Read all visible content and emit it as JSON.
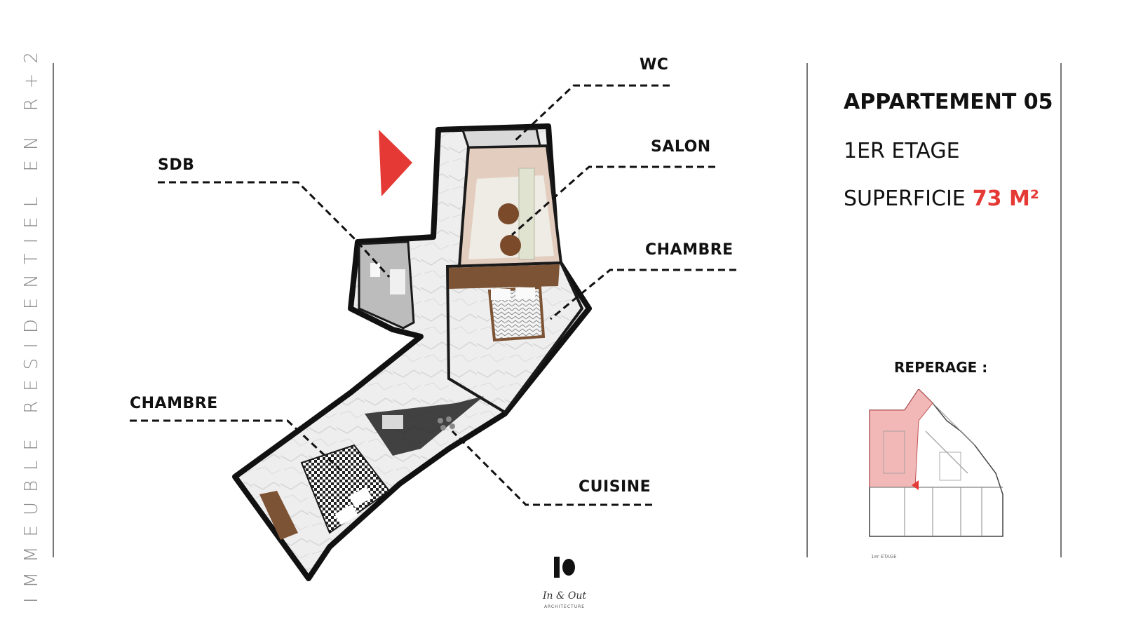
{
  "side_title": "IMMEUBLE RESIDENTIEL EN R+2",
  "labels": {
    "wc": "WC",
    "salon": "SALON",
    "sdb": "SDB",
    "chambre_right": "CHAMBRE",
    "chambre_left": "CHAMBRE",
    "cuisine": "CUISINE"
  },
  "info": {
    "title": "APPARTEMENT 05",
    "floor": "1ER ETAGE",
    "area_label": "SUPERFICIE",
    "area_value": "73 M²"
  },
  "reperage": {
    "label": "REPERAGE :",
    "caption": "1er ETAGE"
  },
  "logo": {
    "text": "In & Out",
    "subtitle": "ARCHITECTURE"
  },
  "colors": {
    "accent": "#e53935",
    "highlight": "#f2b8b8"
  }
}
